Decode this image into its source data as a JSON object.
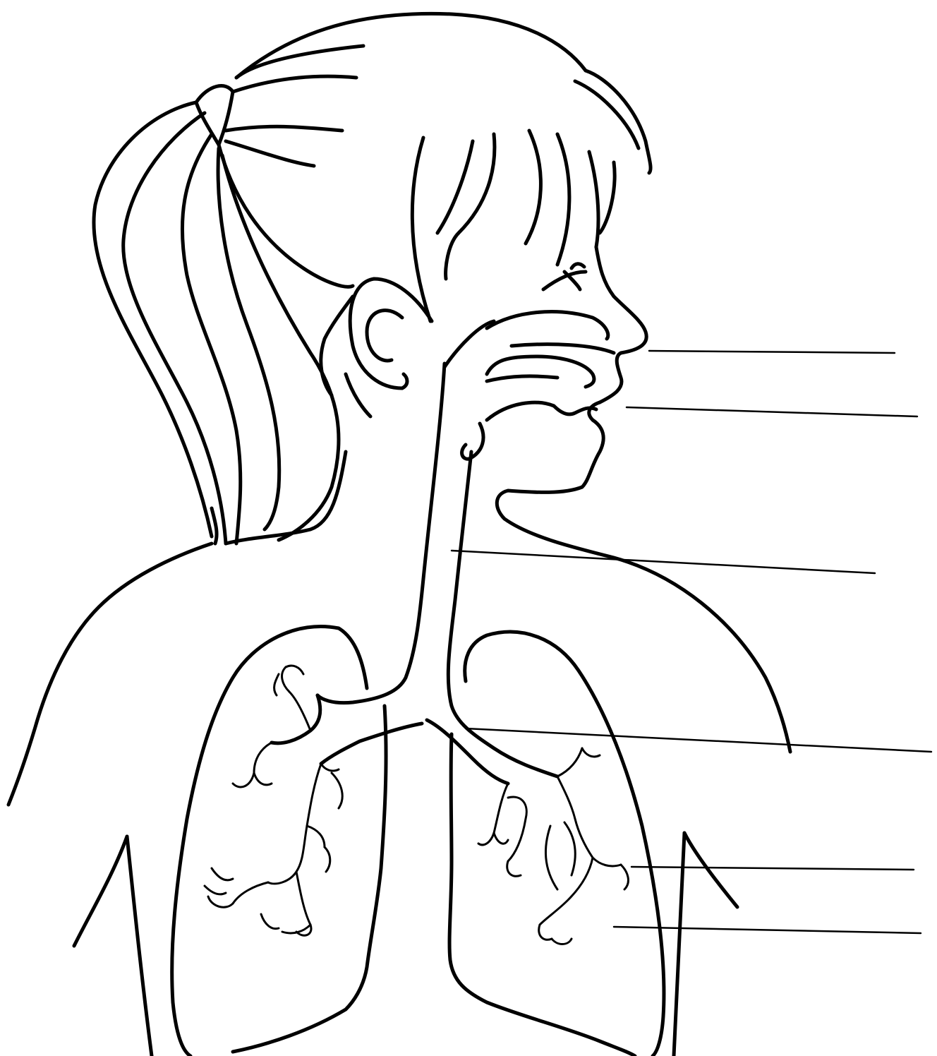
{
  "diagram": {
    "subject": "respiratory-system-worksheet",
    "ink_color": "#000000",
    "background_color": "#ffffff",
    "label_lines": [
      {
        "id": "nose",
        "text": ""
      },
      {
        "id": "mouth",
        "text": ""
      },
      {
        "id": "trachea",
        "text": ""
      },
      {
        "id": "bronchi",
        "text": ""
      },
      {
        "id": "bronchioles",
        "text": ""
      },
      {
        "id": "lungs",
        "text": ""
      }
    ]
  }
}
